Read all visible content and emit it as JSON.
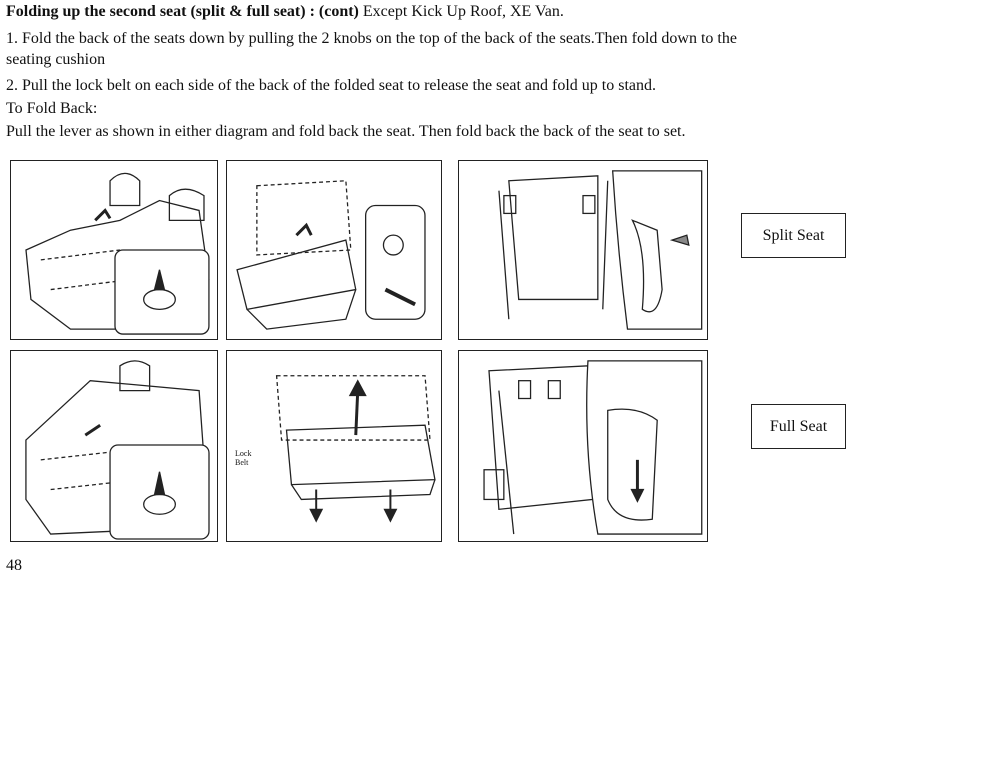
{
  "heading": {
    "bold": "Folding up the second seat (split & full seat) : (cont)",
    "normal": " Except Kick Up Roof, XE Van."
  },
  "steps": [
    "1. Fold the back of the seats down by pulling the 2 knobs on the top of the back of the seats.Then fold down to the",
    "seating cushion",
    "2. Pull the lock belt on each side of the back of the folded seat to release the seat and fold up to stand."
  ],
  "fold_back": {
    "title": "To Fold Back:",
    "text": "Pull the lever as shown in either diagram and fold back the seat. Then fold back the back of the seat to set."
  },
  "labels": {
    "split_seat": "Split Seat",
    "full_seat": "Full Seat",
    "lock_belt_line1": "Lock",
    "lock_belt_line2": "Belt"
  },
  "page_number": "48"
}
